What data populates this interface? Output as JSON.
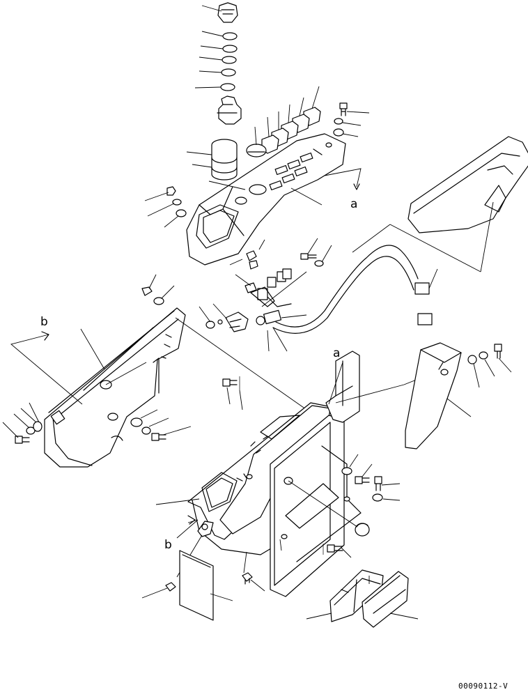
{
  "diagram": {
    "callouts": {
      "a_upper": "a",
      "a_lower": "a",
      "b_left": "b",
      "b_lower": "b"
    },
    "drawing_code": "00090112-V"
  }
}
